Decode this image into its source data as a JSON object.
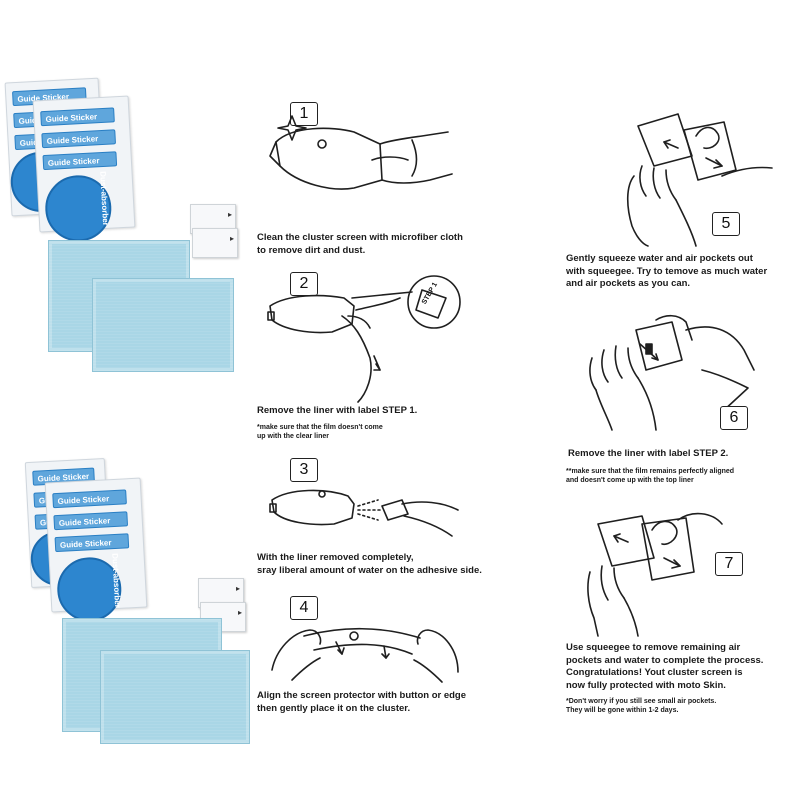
{
  "products": {
    "sticker_label": "Guide Sticker",
    "dust_label": "Dust-absorber"
  },
  "steps": [
    {
      "num": "1",
      "lines": [
        "Clean the cluster screen with microfiber cloth",
        "to remove dirt and dust."
      ]
    },
    {
      "num": "2",
      "lines": [
        "Remove the liner with label STEP 1."
      ],
      "note": [
        "*make  sure that the film doesn't come",
        "up with the clear liner"
      ],
      "tag": "STEP 1"
    },
    {
      "num": "3",
      "lines": [
        "With the liner removed completely,",
        "sray liberal amount of water on the adhesive side."
      ]
    },
    {
      "num": "4",
      "lines": [
        "Align the screen protector with button or edge",
        "then gently place it on the cluster."
      ]
    },
    {
      "num": "5",
      "lines": [
        "Gently squeeze water and air pockets out",
        "with squeegee. Try to temove as much water",
        "and air pockets as you can."
      ]
    },
    {
      "num": "6",
      "lines": [
        "Remove the liner with label STEP 2."
      ],
      "note": [
        "**make  sure that the film remains perfectly aligned",
        "and doesn't come up with the top liner"
      ]
    },
    {
      "num": "7",
      "lines": [
        "Use squeegee to remove remaining air",
        "pockets and water to complete the process.",
        "Congratulations! Yout cluster screen is",
        "now fully protected with moto Skin."
      ],
      "note": [
        "*Don't worry if you still see small air pockets.",
        "They will be gone within 1-2 days."
      ]
    }
  ]
}
